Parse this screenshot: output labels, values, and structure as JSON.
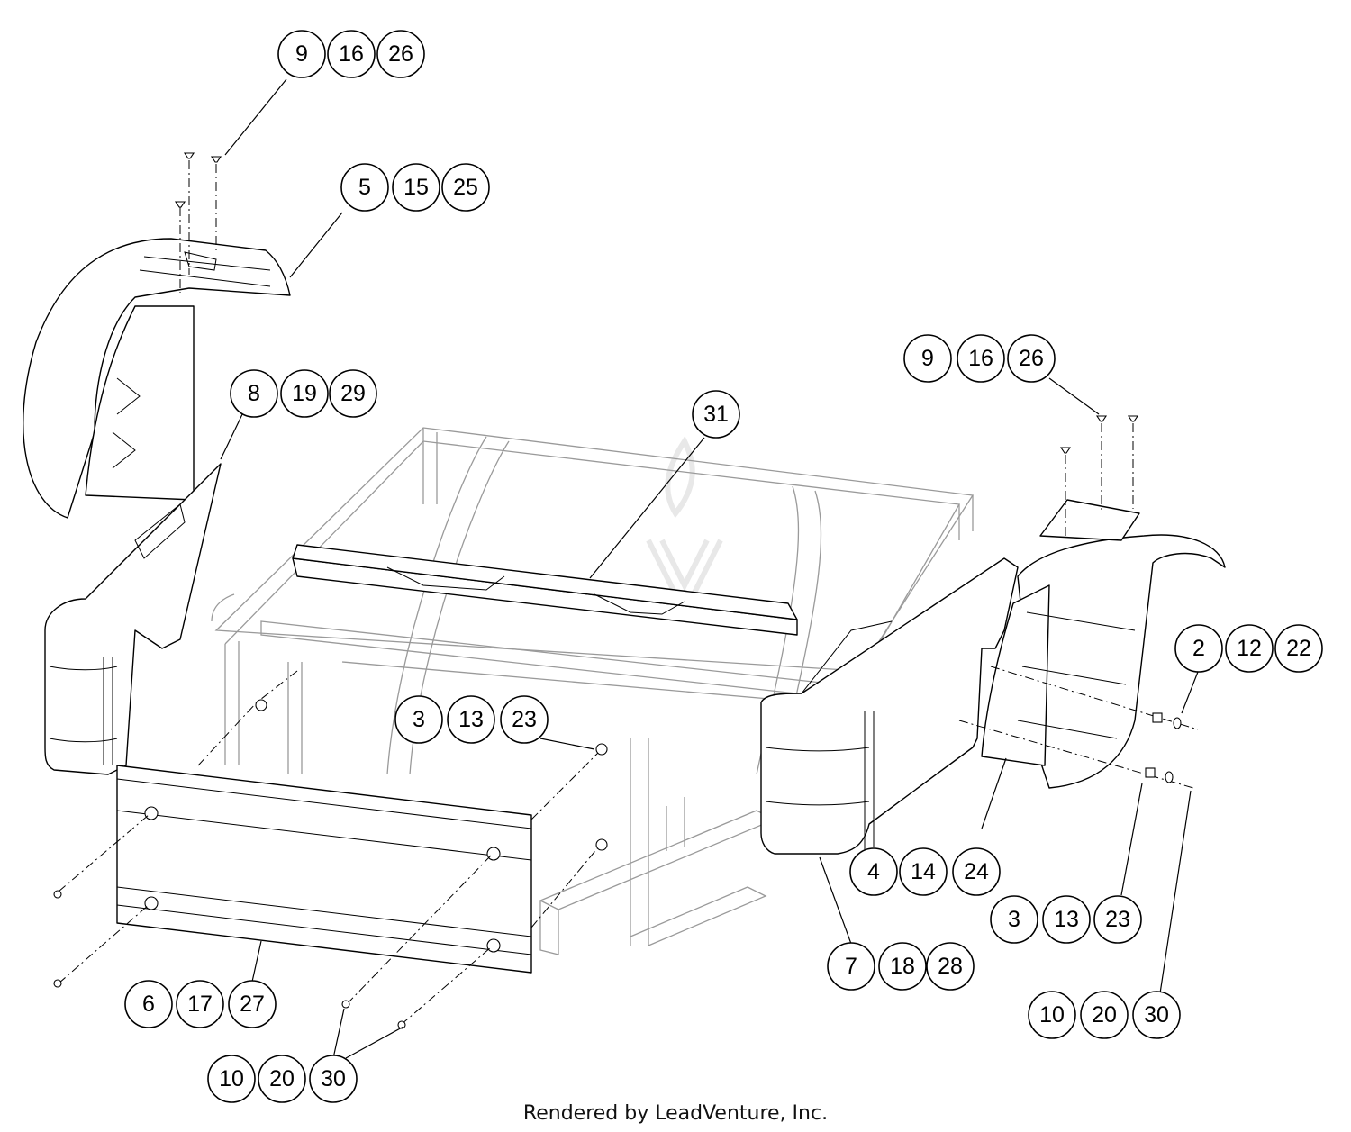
{
  "diagram": {
    "callout_groups": [
      {
        "id": "top-left-screws",
        "labels": [
          "9",
          "16",
          "26"
        ]
      },
      {
        "id": "top-left-fender",
        "labels": [
          "5",
          "15",
          "25"
        ]
      },
      {
        "id": "left-side-panel",
        "labels": [
          "8",
          "19",
          "29"
        ]
      },
      {
        "id": "seat-support",
        "labels": [
          "31"
        ]
      },
      {
        "id": "right-screws",
        "labels": [
          "9",
          "16",
          "26"
        ]
      },
      {
        "id": "right-fender-bolts",
        "labels": [
          "2",
          "12",
          "22"
        ]
      },
      {
        "id": "center-nuts",
        "labels": [
          "3",
          "13",
          "23"
        ]
      },
      {
        "id": "right-corner",
        "labels": [
          "4",
          "14",
          "24"
        ]
      },
      {
        "id": "right-nuts",
        "labels": [
          "3",
          "13",
          "23"
        ]
      },
      {
        "id": "right-side-panel",
        "labels": [
          "7",
          "18",
          "28"
        ]
      },
      {
        "id": "rear-panel",
        "labels": [
          "6",
          "17",
          "27"
        ]
      },
      {
        "id": "rear-screws",
        "labels": [
          "10",
          "20",
          "30"
        ]
      },
      {
        "id": "right-screws-bottom",
        "labels": [
          "10",
          "20",
          "30"
        ]
      }
    ]
  },
  "footer": {
    "credit": "Rendered by LeadVenture, Inc."
  }
}
